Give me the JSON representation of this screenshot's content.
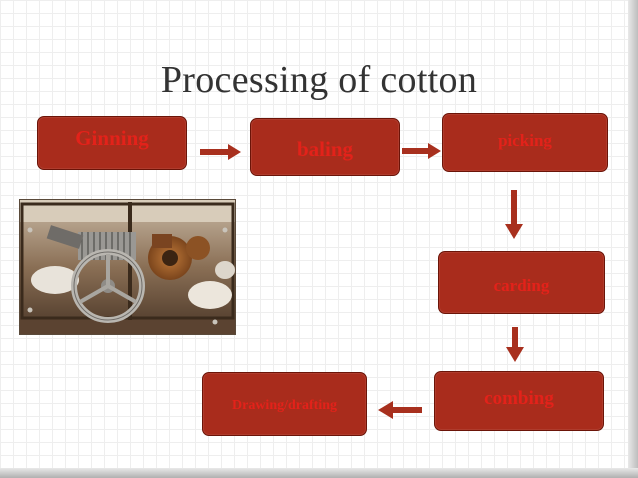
{
  "title": "Processing of cotton",
  "steps": [
    {
      "label": "Ginning"
    },
    {
      "label": "baling"
    },
    {
      "label": "picking"
    },
    {
      "label": "carding"
    },
    {
      "label": "combing"
    },
    {
      "label": "Drawing/drafting"
    }
  ],
  "colors": {
    "box_fill": "#a92c1c",
    "box_text": "#e3221a",
    "arrow": "#a8301e",
    "title_text": "#333333"
  }
}
